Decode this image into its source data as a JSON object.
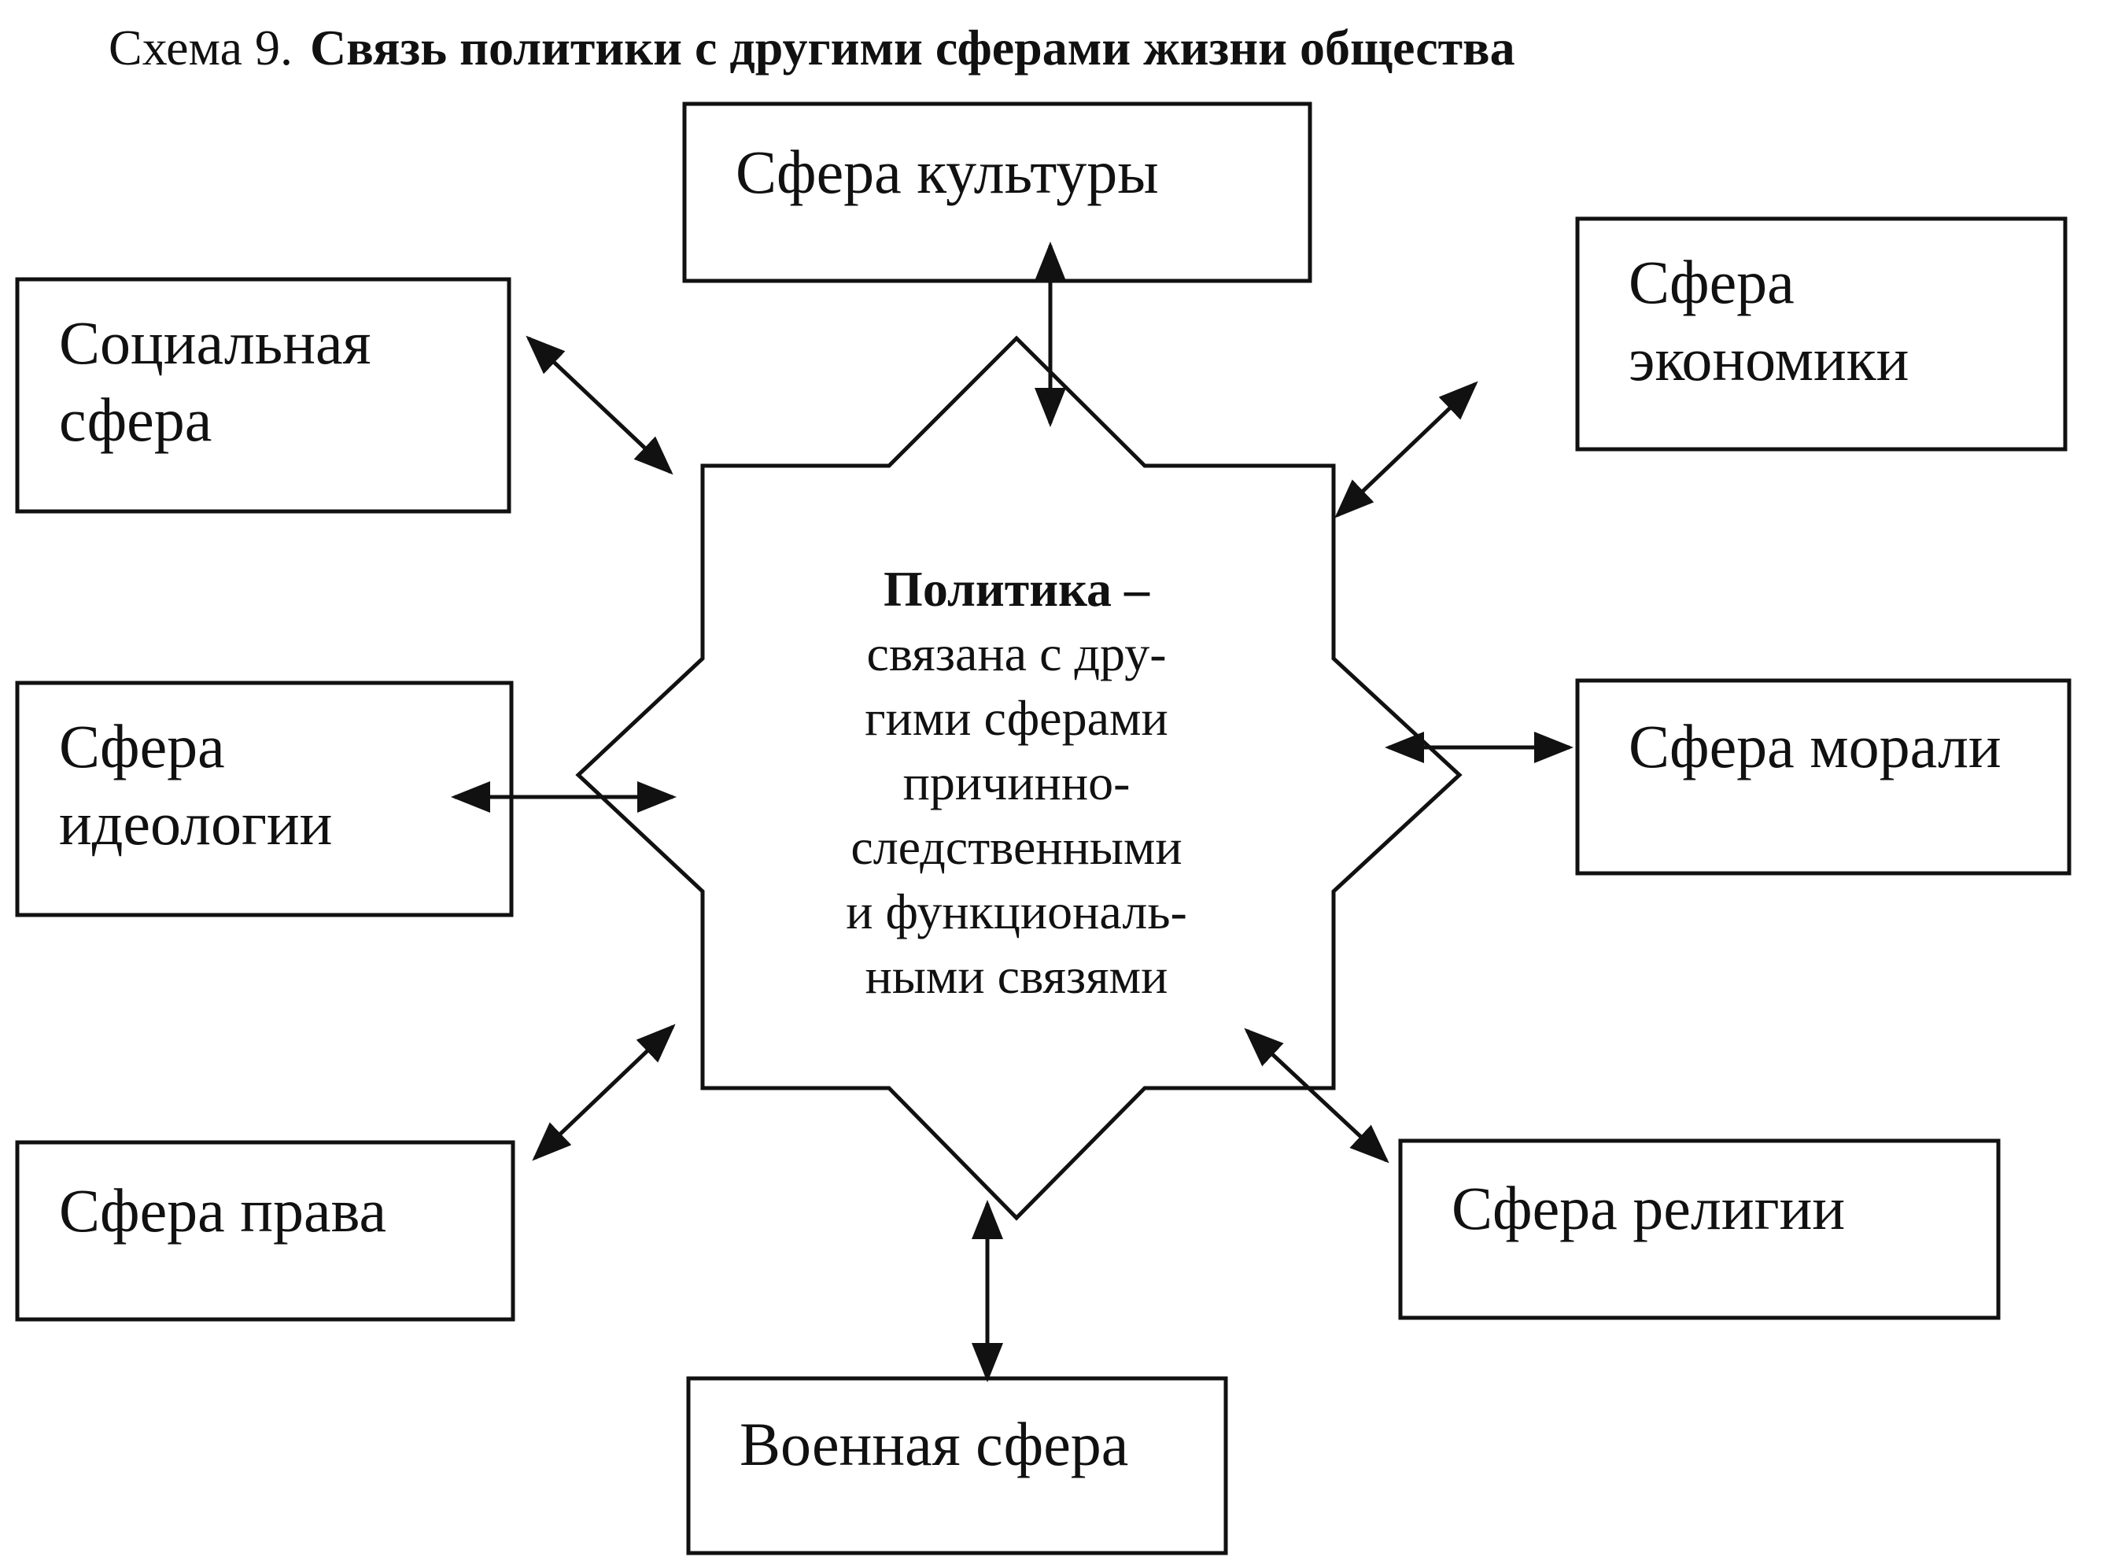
{
  "title": {
    "prefix": "Схема 9.",
    "main": "Связь политики с другими сферами жизни общества"
  },
  "center": {
    "heading": "Политика –",
    "lines": [
      "связана с дру-",
      "гими сферами",
      "причинно-",
      "следственными",
      "и функциональ-",
      "ными связями"
    ]
  },
  "spheres": {
    "culture": [
      "Сфера культуры"
    ],
    "economy": [
      "Сфера",
      "экономики"
    ],
    "social": [
      "Социальная",
      "сфера"
    ],
    "ideology": [
      "Сфера",
      "идеологии"
    ],
    "morality": [
      "Сфера морали"
    ],
    "law": [
      "Сфера права"
    ],
    "religion": [
      "Сфера религии"
    ],
    "military": [
      "Военная сфера"
    ]
  }
}
